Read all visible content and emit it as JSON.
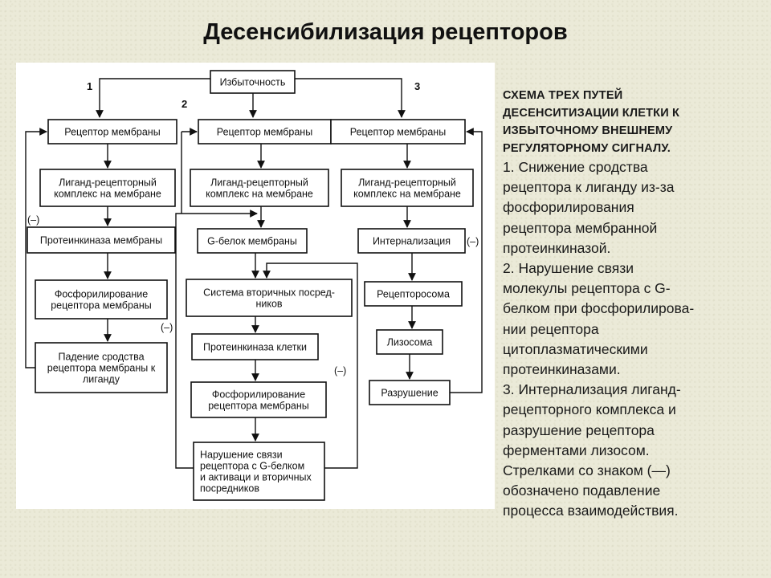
{
  "title": "Десенсибилизация рецепторов",
  "diagram": {
    "top": "Избыточность",
    "path_numbers": [
      "1",
      "2",
      "3"
    ],
    "path1": [
      [
        "Рецептор мембраны"
      ],
      [
        "Лиганд-рецепторный",
        "комплекс на мембране"
      ],
      [
        "Протеинкиназа мембраны"
      ],
      [
        "Фосфорилирование",
        "рецептора мембраны"
      ],
      [
        "Падение сродства",
        "рецептора мембраны к",
        "лиганду"
      ]
    ],
    "path2": [
      [
        "Рецептор мембраны"
      ],
      [
        "Лиганд-рецепторный",
        "комплекс на мембране"
      ],
      [
        "G-белок мембраны"
      ],
      [
        "Система вторичных посред-",
        "ников"
      ],
      [
        "Протеинкиназа клетки"
      ],
      [
        "Фосфорилирование",
        "рецептора мембраны"
      ],
      [
        "Нарушение связи",
        "рецептора с G-белком",
        "и активаци и вторичных",
        "посредников"
      ]
    ],
    "path3": [
      [
        "Рецептор мембраны"
      ],
      [
        "Лиганд-рецепторный",
        "комплекс на мембране"
      ],
      [
        "Интернализация"
      ],
      [
        "Рецепторосома"
      ],
      [
        "Лизосома"
      ],
      [
        "Разрушение"
      ]
    ],
    "inhibition_mark": "(–)"
  },
  "side": {
    "heading": [
      "СХЕМА ТРЕХ ПУТЕЙ",
      "ДЕСЕНСИТИЗАЦИИ КЛЕТКИ К",
      "ИЗБЫТОЧНОМУ ВНЕШНЕМУ",
      "РЕГУЛЯТОРНОМУ СИГНАЛУ."
    ],
    "lines": [
      "1. Снижение сродства",
      "рецептора к лиганду из-за",
      "фосфорилирования",
      "рецептора мембранной",
      "протеинкиназой.",
      "2. Нарушение связи",
      "молекулы рецептора с G-",
      "белком при фосфорилирова-",
      "нии рецептора",
      "цитоплазматическими",
      "протеинкиназами.",
      "3. Интернализация лиганд-",
      "рецепторного комплекса и",
      "разрушение рецептора",
      "ферментами лизосом.",
      "Стрелками со знаком (—)",
      "обозначено подавление",
      "процесса взаимодействия."
    ]
  }
}
